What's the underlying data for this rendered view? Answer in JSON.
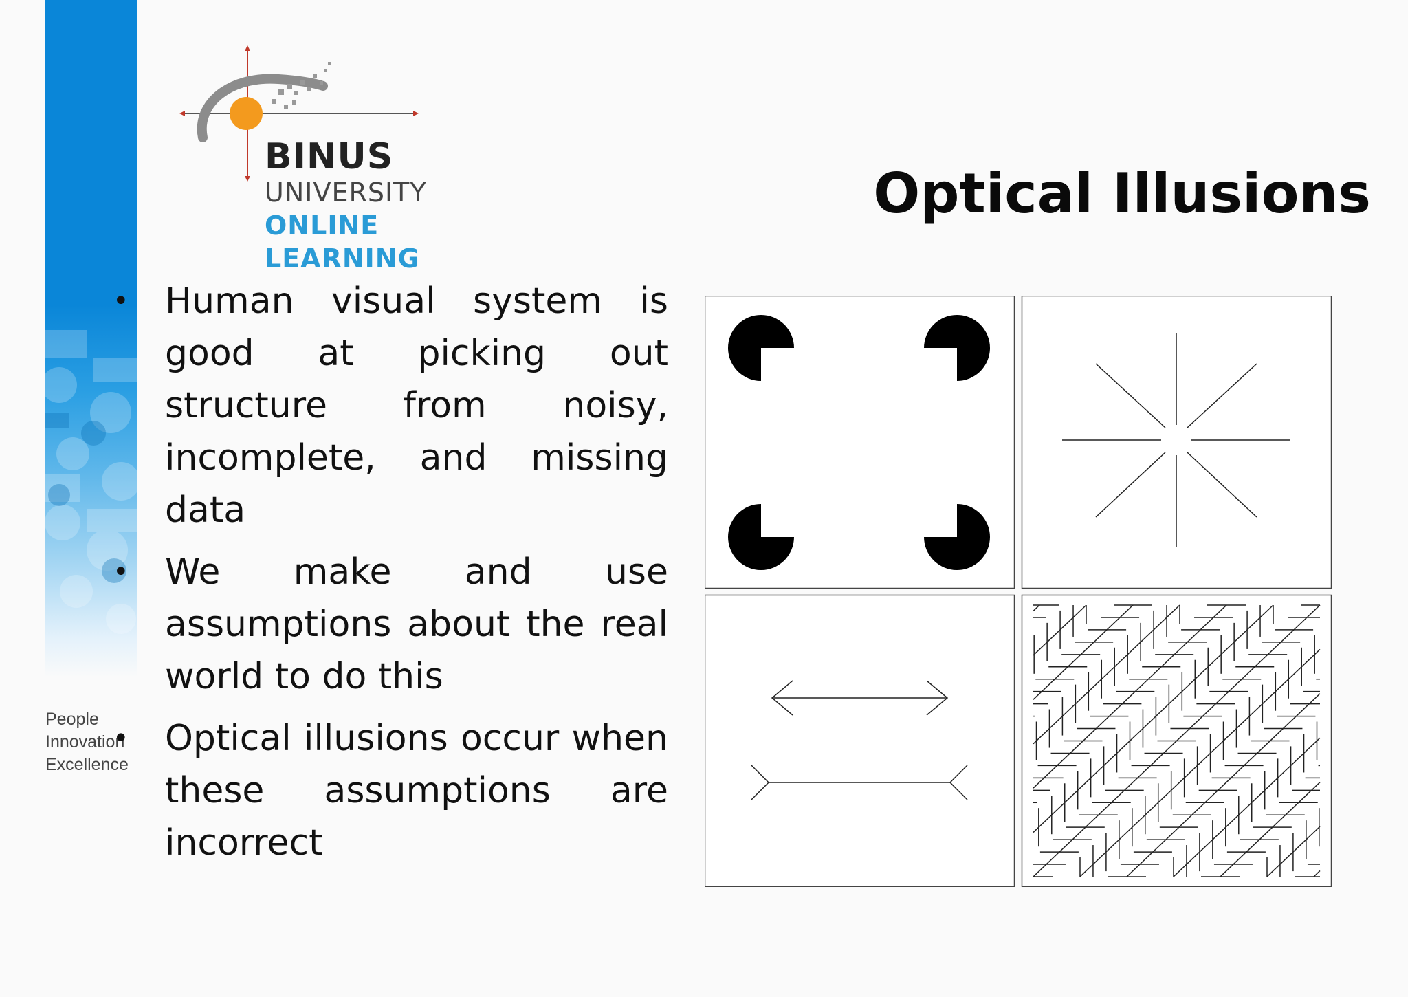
{
  "brand": {
    "name": "BINUS",
    "line2": "UNIVERSITY",
    "line3": "ONLINE",
    "line4": "LEARNING",
    "tagline": [
      "People",
      "Innovation",
      "Excellence"
    ],
    "colors": {
      "blue": "#0a86d8",
      "orange": "#f39a1e",
      "logo_blue": "#2a9bd6"
    }
  },
  "slide": {
    "title": "Optical Illusions",
    "bullets": [
      "Human visual system is good at picking out structure from noisy, incomplete, and missing data",
      "We make and use assumptions about the real world to do this",
      "Optical illusions occur when these assumptions are incorrect"
    ]
  },
  "figure": {
    "panels": [
      "kanizsa-square",
      "illusory-circle-lines",
      "muller-lyer",
      "zollner-lines"
    ]
  }
}
